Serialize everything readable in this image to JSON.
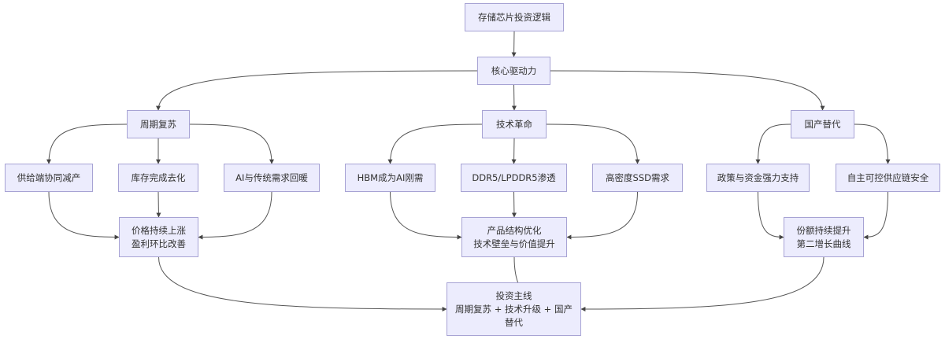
{
  "diagram": {
    "type": "flowchart",
    "colors": {
      "node_fill": "#ececfd",
      "node_border": "#a7a3d4",
      "edge": "#555555",
      "text": "#333333"
    },
    "nodes": [
      {
        "id": "root",
        "label": "存储芯片投资逻辑"
      },
      {
        "id": "core",
        "label": "核心驱动力"
      },
      {
        "id": "cycle",
        "label": "周期复苏"
      },
      {
        "id": "tech",
        "label": "技术革命"
      },
      {
        "id": "domestic",
        "label": "国产替代"
      },
      {
        "id": "supply",
        "label": "供给端协同减产"
      },
      {
        "id": "inventory",
        "label": "库存完成去化"
      },
      {
        "id": "demand",
        "label": "AI与传统需求回暖"
      },
      {
        "id": "hbm",
        "label": "HBM成为AI刚需"
      },
      {
        "id": "ddr5",
        "label": "DDR5/LPDDR5渗透"
      },
      {
        "id": "ssd",
        "label": "高密度SSD需求"
      },
      {
        "id": "policy",
        "label": "政策与资金强力支持"
      },
      {
        "id": "supplychain",
        "label": "自主可控供应链安全"
      },
      {
        "id": "price",
        "label": "价格持续上涨\n盈利环比改善"
      },
      {
        "id": "product",
        "label": "产品结构优化\n技术壁垒与价值提升"
      },
      {
        "id": "share",
        "label": "份额持续提升\n第二增长曲线"
      },
      {
        "id": "main",
        "label": "投资主线\n周期复苏 + 技术升级 + 国产\n替代"
      }
    ],
    "edges": [
      [
        "root",
        "core"
      ],
      [
        "core",
        "cycle"
      ],
      [
        "core",
        "tech"
      ],
      [
        "core",
        "domestic"
      ],
      [
        "cycle",
        "supply"
      ],
      [
        "cycle",
        "inventory"
      ],
      [
        "cycle",
        "demand"
      ],
      [
        "tech",
        "hbm"
      ],
      [
        "tech",
        "ddr5"
      ],
      [
        "tech",
        "ssd"
      ],
      [
        "domestic",
        "policy"
      ],
      [
        "domestic",
        "supplychain"
      ],
      [
        "supply",
        "price"
      ],
      [
        "inventory",
        "price"
      ],
      [
        "demand",
        "price"
      ],
      [
        "hbm",
        "product"
      ],
      [
        "ddr5",
        "product"
      ],
      [
        "ssd",
        "product"
      ],
      [
        "policy",
        "share"
      ],
      [
        "supplychain",
        "share"
      ],
      [
        "price",
        "main"
      ],
      [
        "product",
        "main"
      ],
      [
        "share",
        "main"
      ]
    ]
  }
}
